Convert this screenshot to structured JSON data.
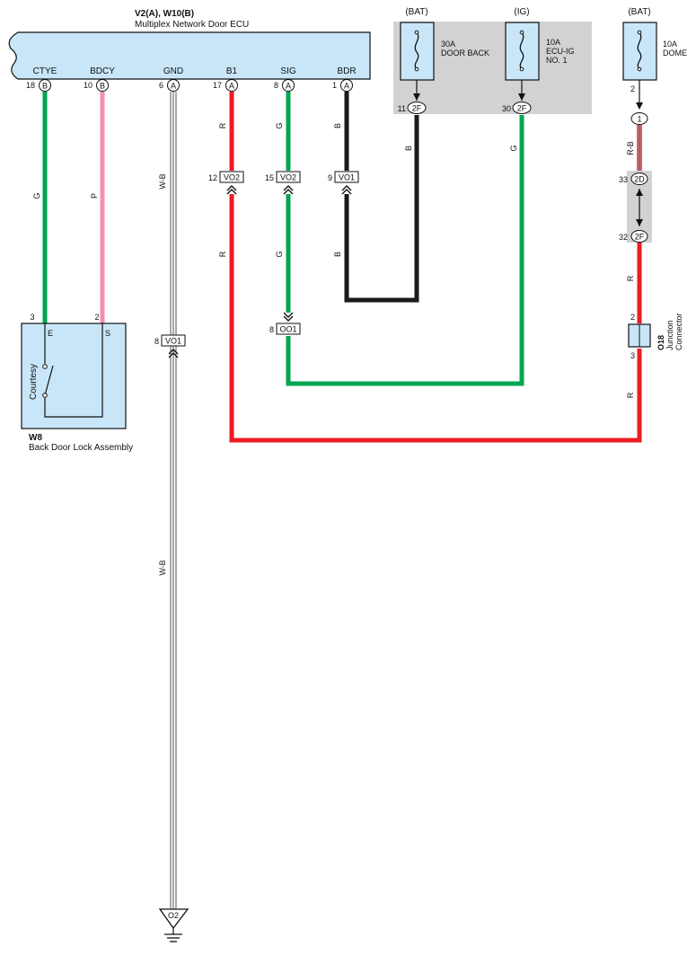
{
  "ecu": {
    "ref": "V2(A), W10(B)",
    "name": "Multiplex Network Door ECU",
    "pins": [
      {
        "label": "CTYE",
        "num": "18",
        "conn": "B"
      },
      {
        "label": "BDCY",
        "num": "10",
        "conn": "B"
      },
      {
        "label": "GND",
        "num": "6",
        "conn": "A"
      },
      {
        "label": "B1",
        "num": "17",
        "conn": "A"
      },
      {
        "label": "SIG",
        "num": "8",
        "conn": "A"
      },
      {
        "label": "BDR",
        "num": "1",
        "conn": "A"
      }
    ]
  },
  "fuses": [
    {
      "source": "(BAT)",
      "rating": "30A",
      "name": "DOOR BACK",
      "pin": "11",
      "conn": "2F"
    },
    {
      "source": "(IG)",
      "rating": "10A",
      "name": "ECU-IG",
      "name2": "NO. 1",
      "pin": "30",
      "conn": "2F"
    },
    {
      "source": "(BAT)",
      "rating": "10A",
      "name": "DOME",
      "pin": "2"
    }
  ],
  "wires": {
    "ctye": "G",
    "bdcy": "P",
    "gnd": "W-B",
    "b1": "R",
    "sig": "G",
    "bdr": "B",
    "door_back": "B",
    "ecu_ig": "G",
    "dome": "R-B",
    "dome_lower": "R"
  },
  "connectors": {
    "b1_vo2": {
      "pin": "12",
      "name": "VO2"
    },
    "sig_vo2": {
      "pin": "15",
      "name": "VO2"
    },
    "bdr_vo1": {
      "pin": "9",
      "name": "VO1"
    },
    "gnd_vo1": {
      "pin": "8",
      "name": "VO1"
    },
    "sig_oo1": {
      "pin": "8",
      "name": "OO1"
    },
    "dome_1": {
      "name": "1"
    },
    "dome_2d": {
      "pin": "33",
      "name": "2D"
    },
    "dome_2f": {
      "pin": "32",
      "name": "2F"
    }
  },
  "junction": {
    "ref": "O18",
    "name": "Junction",
    "name2": "Connector",
    "pin_top": "2",
    "pin_bottom": "3"
  },
  "lock_assembly": {
    "ref": "W8",
    "name": "Back Door Lock Assembly",
    "switch": "Courtesy",
    "pin_e_num": "3",
    "pin_e": "E",
    "pin_s_num": "2",
    "pin_s": "S"
  },
  "ground": {
    "label": "O2"
  },
  "colors": {
    "green": "#00a651",
    "pink": "#f48fb1",
    "red": "#ed1c24",
    "black": "#1a1a1a",
    "ecu_fill": "#c8e6f7",
    "junction_fill": "#d9d9d9"
  }
}
